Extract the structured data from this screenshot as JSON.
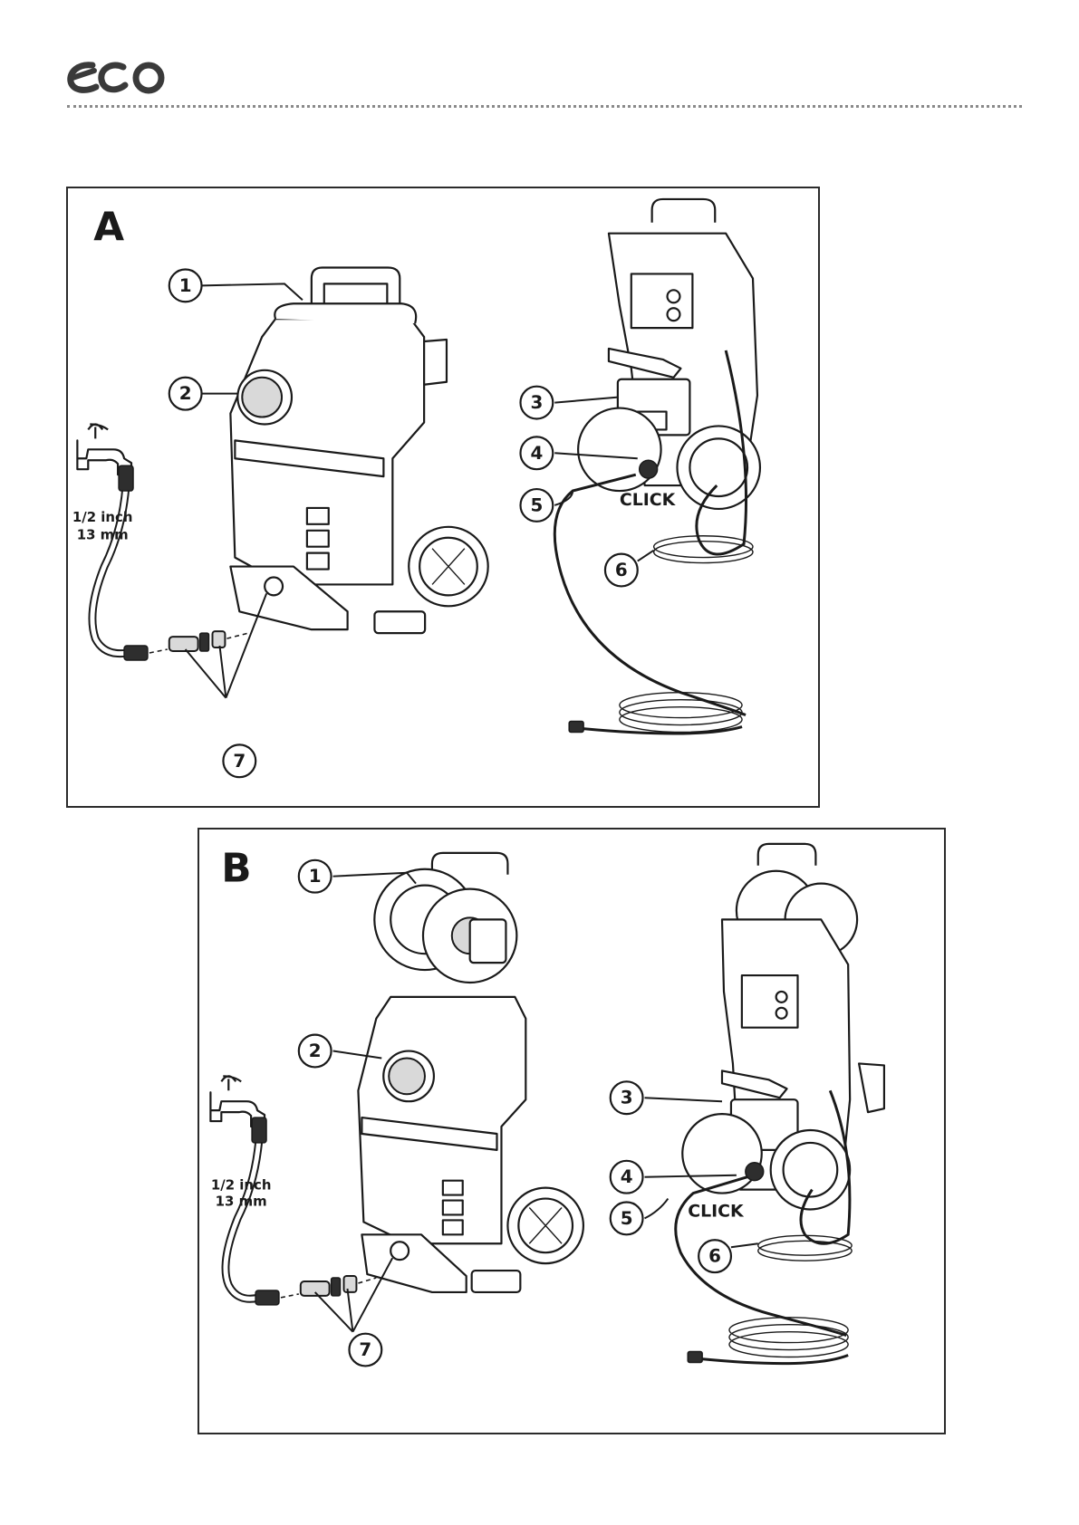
{
  "header": {
    "logo_text": "eco",
    "logo_color": "#3a3a3a"
  },
  "panels": [
    {
      "letter": "A",
      "callouts": [
        "1",
        "2",
        "3",
        "4",
        "5",
        "6",
        "7"
      ],
      "hose_size": {
        "line1": "1/2 inch",
        "line2": "13 mm"
      },
      "click_label": "CLICK"
    },
    {
      "letter": "B",
      "callouts": [
        "1",
        "2",
        "3",
        "4",
        "5",
        "6",
        "7"
      ],
      "hose_size": {
        "line1": "1/2 inch",
        "line2": "13 mm"
      },
      "click_label": "CLICK"
    }
  ],
  "colors": {
    "ink": "#1a1a1a",
    "panel_border": "#2b2b2b",
    "rule": "#8a8a8a"
  }
}
